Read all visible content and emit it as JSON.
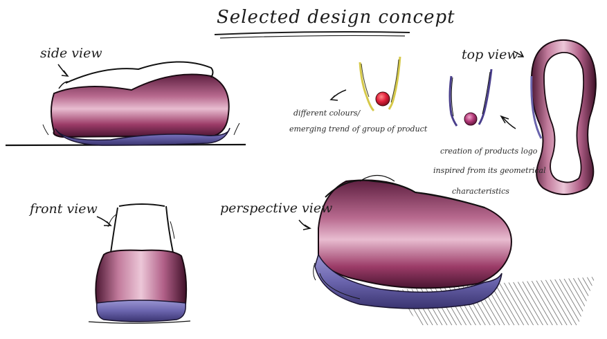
{
  "title": "Selected design concept",
  "labels": {
    "side_view": "side view",
    "top_view": "top view",
    "front_view": "front view",
    "perspective_view": "perspective view"
  },
  "notes": {
    "colours_line1": "different colours/",
    "colours_line2": "emerging trend of group of product",
    "logo_line1": "creation of products logo",
    "logo_line2": "inspired from its geometrical",
    "logo_line3": "characteristics"
  },
  "colors": {
    "body_magenta": "#8a2f5a",
    "body_highlight": "#e7b6cd",
    "sole_purple": "#6a64ad",
    "logo_red": "#d9233a",
    "logo_yellow": "#d6c94a",
    "logo_blue": "#4a3f8c"
  }
}
